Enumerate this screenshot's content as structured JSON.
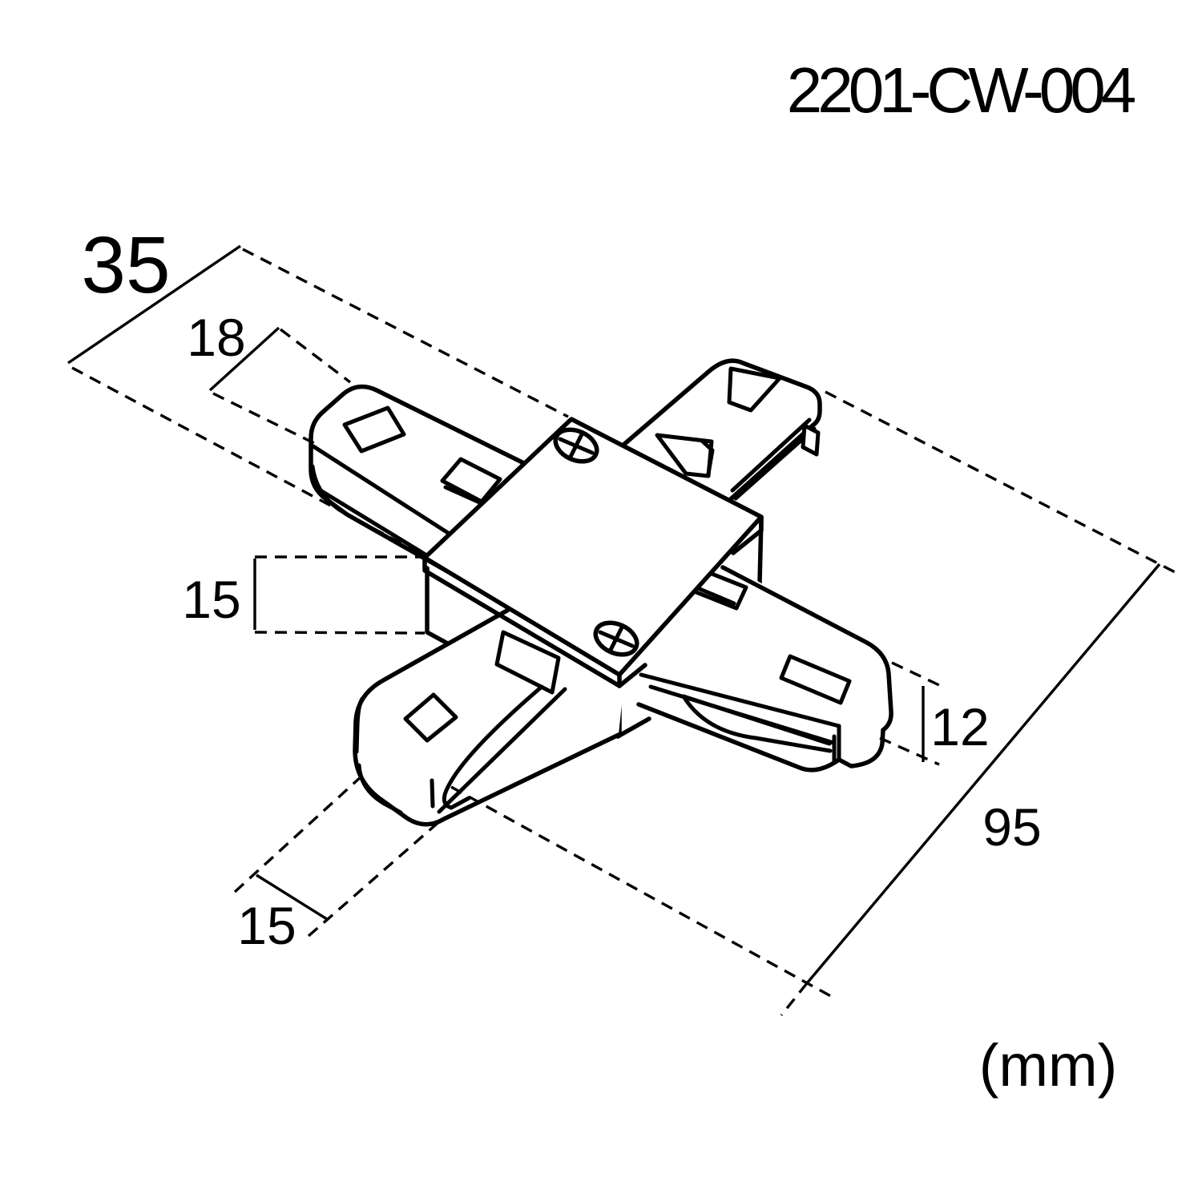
{
  "header": {
    "part_number": "2201-CW-004"
  },
  "drawing": {
    "subject": "four-way cross track connector, isometric technical drawing",
    "unit_label": "(mm)",
    "line_color": "#000000",
    "background_color": "#ffffff",
    "dimensions": {
      "plate_width": "35",
      "arm_width": "18",
      "body_height": "15",
      "arm_height": "12",
      "overall_length": "95",
      "end_width": "15"
    }
  }
}
